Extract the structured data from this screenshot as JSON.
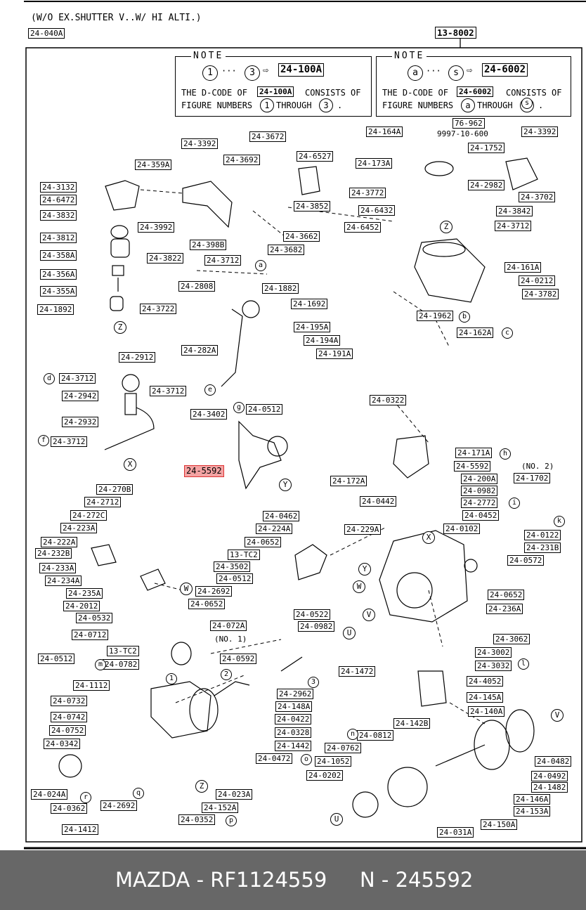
{
  "header": {
    "caption": "(W/O EX.SHUTTER V..W/ HI ALTI.)",
    "ref_box": "13-8002"
  },
  "notes": [
    {
      "title": "NOTE",
      "range_from": "1",
      "range_to": "3",
      "arrow": "⇨",
      "code": "24-100A",
      "body1_pre": "THE D-CODE OF",
      "body1_post": "CONSISTS OF",
      "body2_pre": "FIGURE NUMBERS",
      "body2_mid": "THROUGH",
      "body2_end": "."
    },
    {
      "title": "NOTE",
      "range_from": "a",
      "range_to": "s",
      "arrow": "⇨",
      "code": "24-6002",
      "body1_pre": "THE D-CODE OF",
      "body1_post": "CONSISTS OF",
      "body2_pre": "FIGURE NUMBERS",
      "body2_mid": "THROUGH",
      "body2_end": "."
    }
  ],
  "part_labels": [
    "24-3392",
    "24-3672",
    "24-3692",
    "24-6527",
    "24-164A",
    "24-3392",
    "24-359A",
    "24-173A",
    "24-1752",
    "24-3132",
    "24-6472",
    "24-3832",
    "24-3852",
    "24-3772",
    "24-2982",
    "24-3702",
    "24-6432",
    "24-3842",
    "24-3992",
    "24-6452",
    "24-3712",
    "24-3812",
    "24-398B",
    "24-3662",
    "24-358A",
    "24-3822",
    "24-3682",
    "24-3712",
    "24-161A",
    "24-356A",
    "24-1882",
    "24-355A",
    "24-2808",
    "24-0212",
    "24-1692",
    "24-3782",
    "24-1892",
    "24-3722",
    "24-1962",
    "24-195A",
    "24-162A",
    "24-194A",
    "24-282A",
    "24-191A",
    "24-2912",
    "24-3712",
    "24-0322",
    "24-3712",
    "24-2942",
    "24-0512",
    "24-3402",
    "24-2932",
    "24-3712",
    "24-171A",
    "24-5592",
    "24-172A",
    "24-200A",
    "24-1702",
    "24-0982",
    "24-270B",
    "24-0442",
    "24-2772",
    "24-2712",
    "24-0452",
    "24-272C",
    "24-0462",
    "24-224A",
    "24-229A",
    "24-0102",
    "24-0122",
    "24-223A",
    "24-0652",
    "24-231B",
    "24-222A",
    "13-TC2",
    "24-232B",
    "24-0572",
    "24-3502",
    "24-233A",
    "24-0512",
    "24-234A",
    "24-0652",
    "24-2692",
    "24-235A",
    "24-0652",
    "24-236A",
    "24-2012",
    "24-0532",
    "24-0522",
    "24-072A",
    "24-0982",
    "24-0712",
    "24-3062",
    "13-TC2",
    "24-3002",
    "24-0592",
    "24-0782",
    "24-3032",
    "24-0512",
    "24-1472",
    "24-1112",
    "24-4052",
    "24-2962",
    "24-0732",
    "24-145A",
    "24-148A",
    "24-0742",
    "24-140A",
    "24-0422",
    "24-0752",
    "24-142B",
    "24-0328",
    "24-0812",
    "24-0342",
    "24-1442",
    "24-0762",
    "24-0472",
    "24-1052",
    "24-0482",
    "24-0202",
    "24-0492",
    "24-023A",
    "24-1482",
    "24-024A",
    "24-152A",
    "24-146A",
    "24-0362",
    "24-2692",
    "24-153A",
    "24-0352",
    "24-1412",
    "24-150A",
    "24-031A",
    "24-040A"
  ],
  "highlighted_label": "24-5592",
  "plain_text": {
    "76-962": "76-962",
    "9997-10-600": "9997-10-600",
    "no2": "(NO. 2)",
    "no1": "(NO. 1)"
  },
  "callouts": [
    "Z",
    "Z",
    "Z",
    "a",
    "b",
    "c",
    "d",
    "e",
    "f",
    "g",
    "h",
    "i",
    "k",
    "l",
    "m",
    "n",
    "o",
    "p",
    "q",
    "r",
    "s",
    "X",
    "Y",
    "W",
    "V",
    "U",
    "U",
    "V",
    "X",
    "Y",
    "W",
    "1",
    "2",
    "3"
  ],
  "footer": {
    "brand_part": "MAZDA - RF1124559",
    "n_part": "N - 245592"
  }
}
